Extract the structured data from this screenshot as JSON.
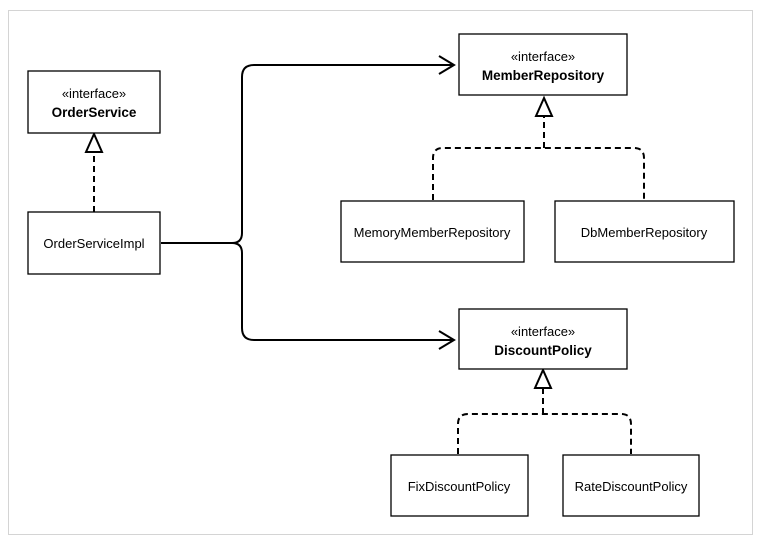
{
  "nodes": {
    "order_service": {
      "stereotype": "«interface»",
      "name": "OrderService"
    },
    "order_service_impl": {
      "name": "OrderServiceImpl"
    },
    "member_repository": {
      "stereotype": "«interface»",
      "name": "MemberRepository"
    },
    "memory_member_repository": {
      "name": "MemoryMemberRepository"
    },
    "db_member_repository": {
      "name": "DbMemberRepository"
    },
    "discount_policy": {
      "stereotype": "«interface»",
      "name": "DiscountPolicy"
    },
    "fix_discount_policy": {
      "name": "FixDiscountPolicy"
    },
    "rate_discount_policy": {
      "name": "RateDiscountPolicy"
    }
  },
  "colors": {
    "stroke": "#000000",
    "background": "#ffffff",
    "frame_border": "#d4d4d4"
  }
}
